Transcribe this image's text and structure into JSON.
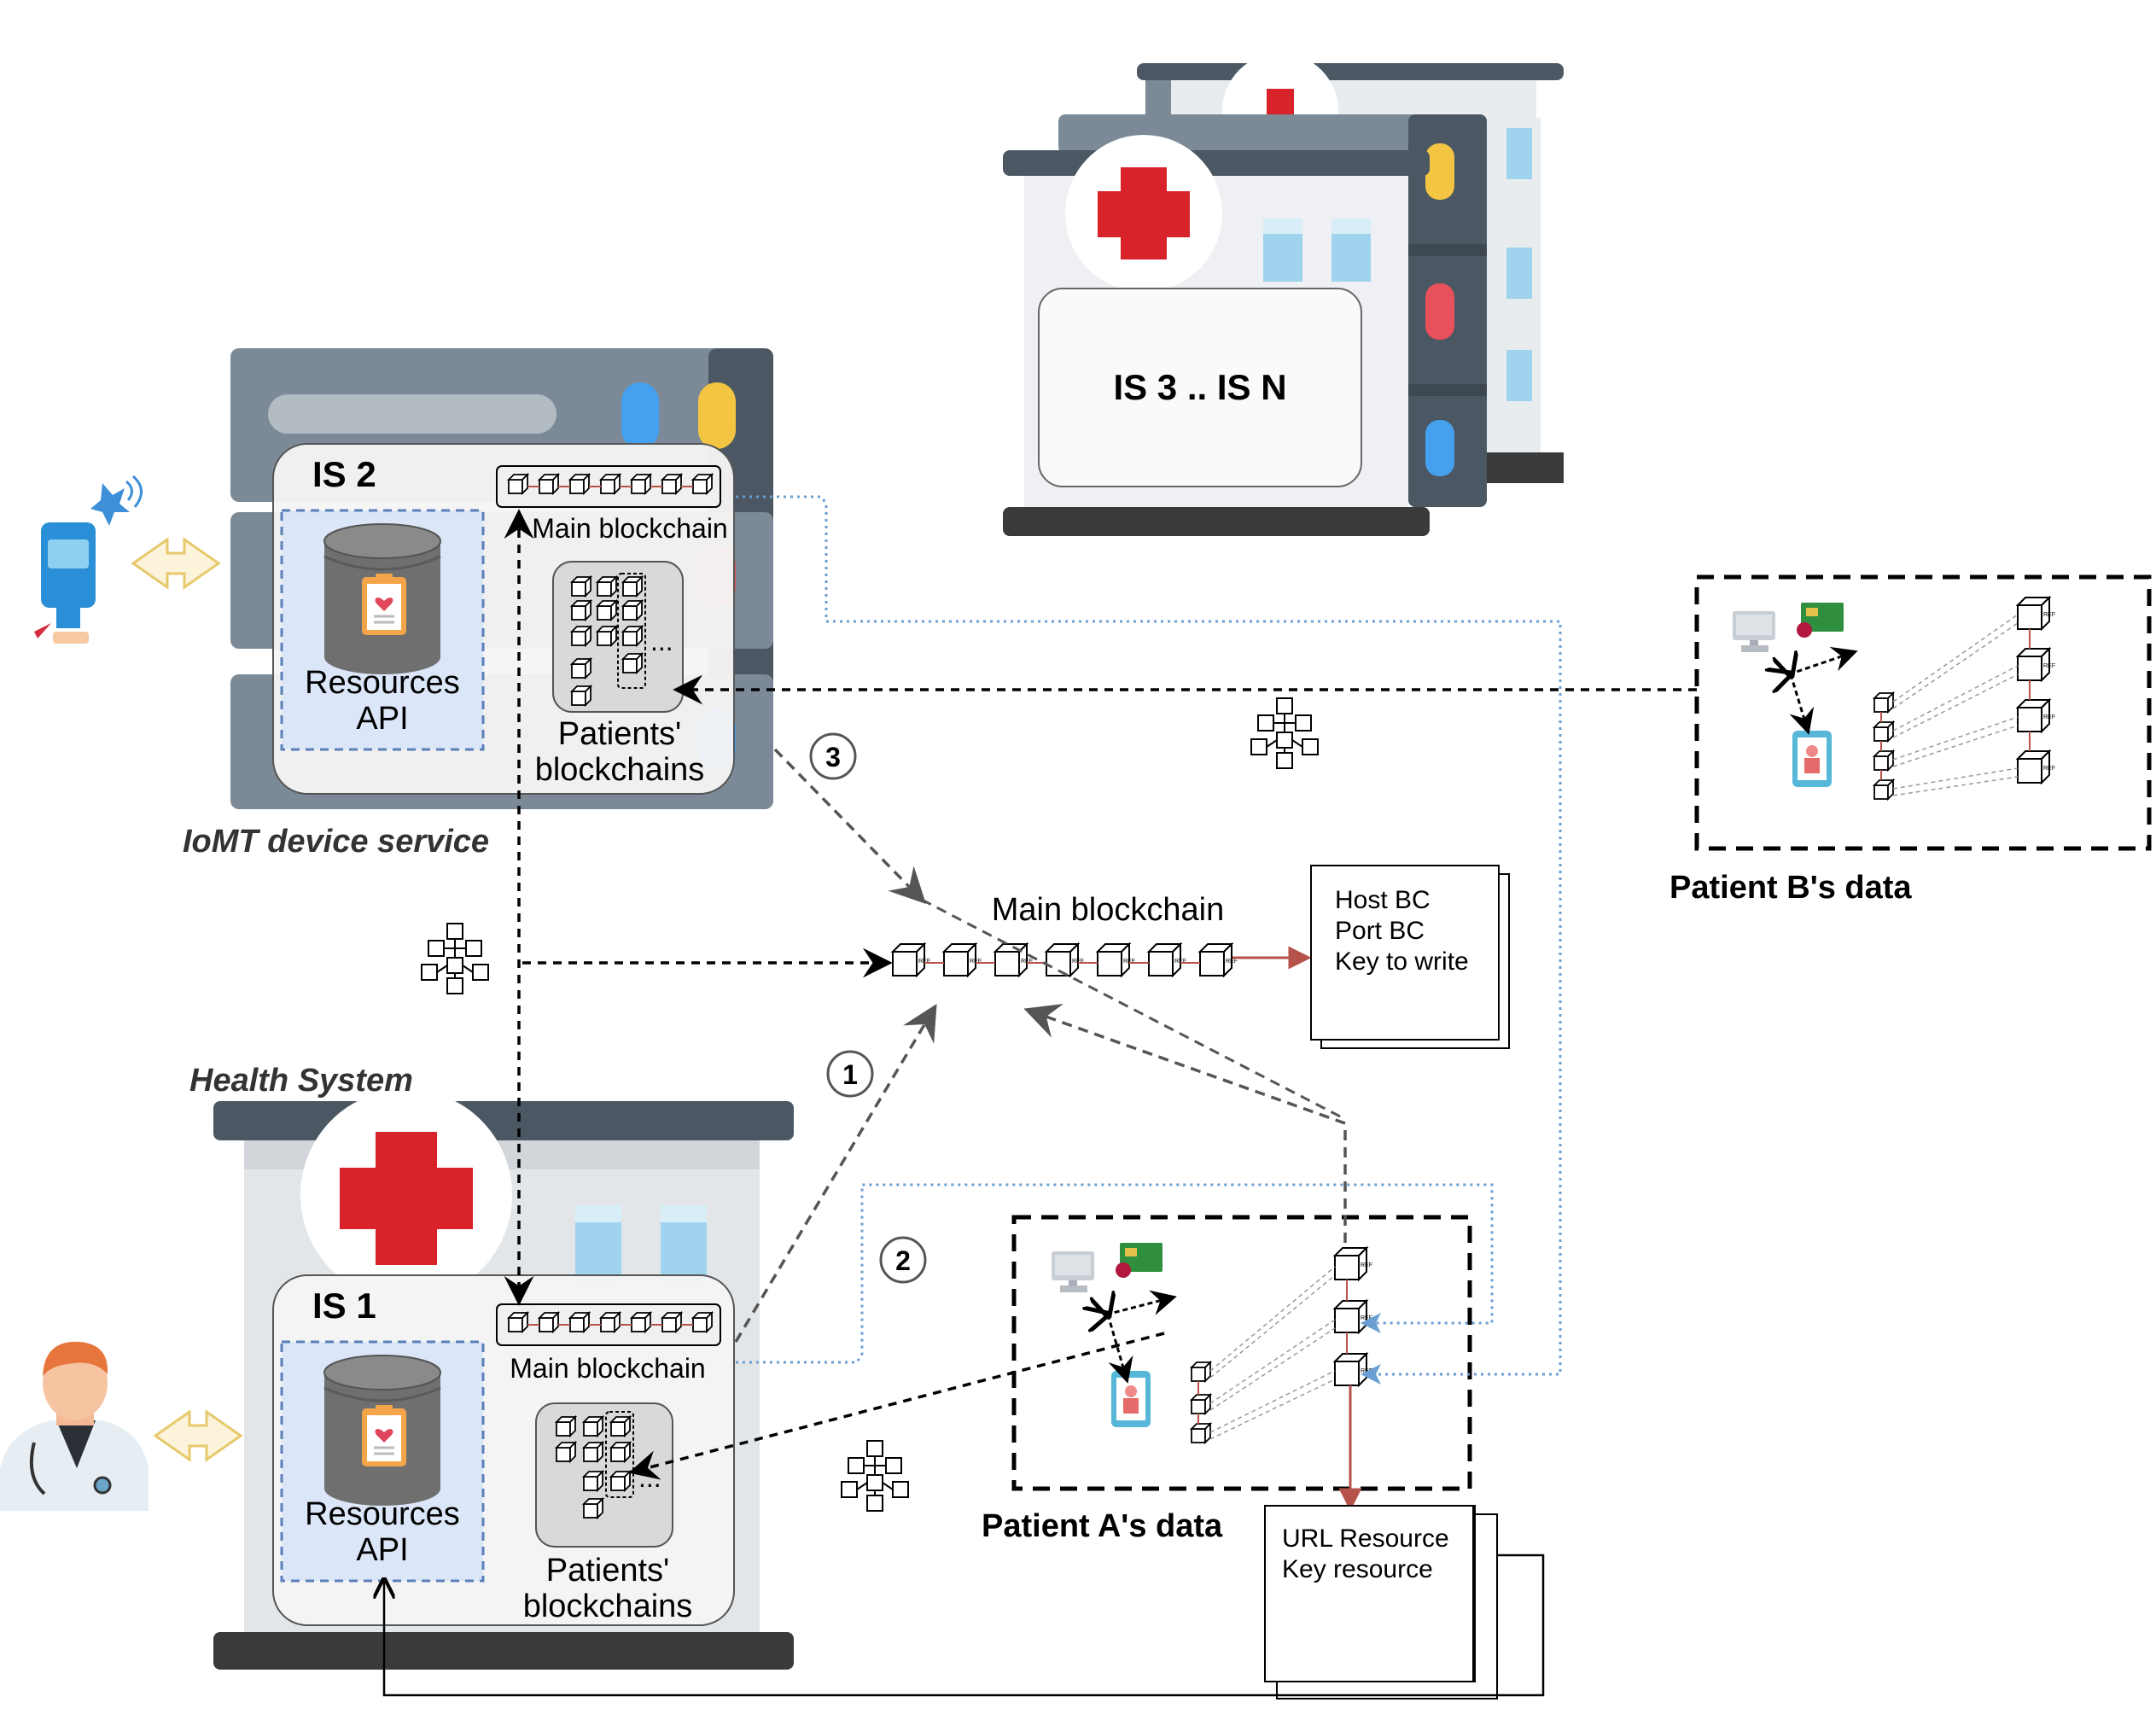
{
  "is2": {
    "title": "IS 2",
    "main_bc": "Main blockchain",
    "resources_line1": "Resources",
    "resources_line2": "API",
    "patients_line1": "Patients'",
    "patients_line2": "blockchains"
  },
  "is1": {
    "title": "IS 1",
    "main_bc": "Main blockchain",
    "resources_line1": "Resources",
    "resources_line2": "API",
    "patients_line1": "Patients'",
    "patients_line2": "blockchains"
  },
  "isn": {
    "title": "IS 3 .. IS N"
  },
  "iomt_label": "IoMT device service",
  "health_label": "Health System",
  "center_bc": {
    "title": "Main blockchain"
  },
  "host_note": {
    "line1": "Host BC",
    "line2": "Port BC",
    "line3": "Key to write"
  },
  "url_note": {
    "line1": "URL Resource",
    "line2": "Key resource"
  },
  "patient_a": {
    "title": "Patient A's data"
  },
  "patient_b": {
    "title": "Patient B's data"
  },
  "steps": {
    "s1": "1",
    "s2": "2",
    "s3": "3"
  },
  "block_tag": "REF",
  "ellipsis": "...",
  "colors": {
    "building_dark": "#4b5863",
    "building_mid": "#7b8a96",
    "building_light": "#eef0f3",
    "cross_red": "#d9232b",
    "window_blue": "#9fd3ee",
    "api_fill": "#dbe7f8",
    "api_border": "#5b7fb8",
    "dotted_blue": "#6a9fd4",
    "chain_red": "#b5534b",
    "arrow_gray": "#555555"
  }
}
